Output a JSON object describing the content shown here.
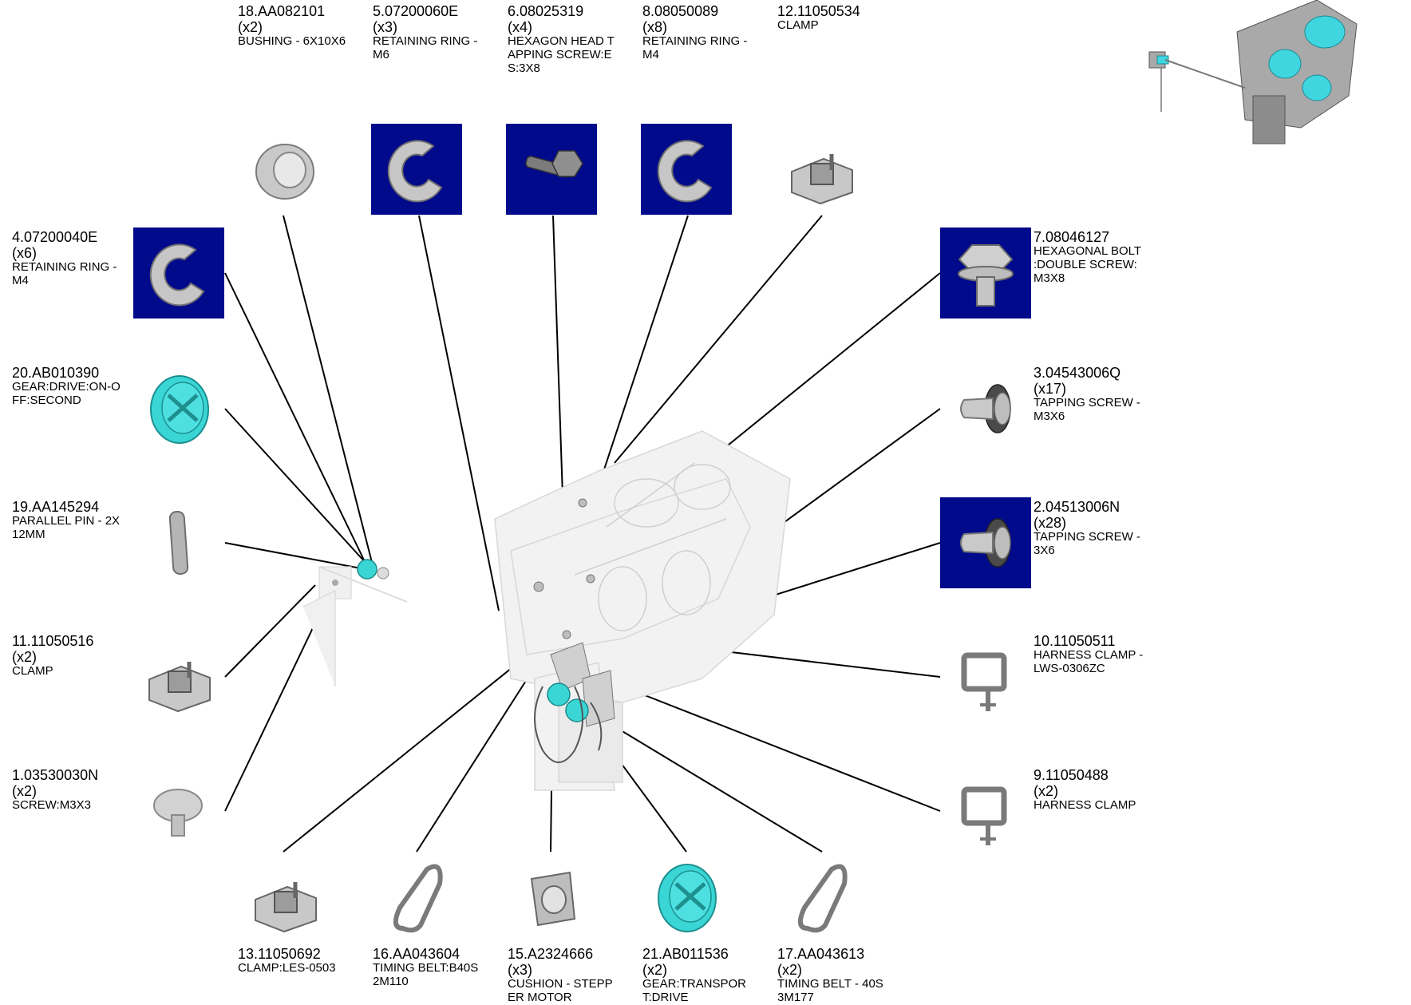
{
  "colors": {
    "highlight_box": "#020a8c",
    "cyan_part": "#3ad6d6",
    "leader": "#000000",
    "metal": "#bdbdbd"
  },
  "parts": [
    {
      "id": "18",
      "code": "18.AA082101",
      "qty": "(x2)",
      "desc": "BUSHING - 6X10X6",
      "icon": "bushing-icon",
      "boxed": false
    },
    {
      "id": "5",
      "code": "5.07200060E",
      "qty": "(x3)",
      "desc": "RETAINING RING -\nM6",
      "icon": "retaining-ring-icon",
      "boxed": true
    },
    {
      "id": "6",
      "code": "6.08025319",
      "qty": "(x4)",
      "desc": "HEXAGON HEAD T\nAPPING SCREW:E\nS:3X8",
      "icon": "hex-screw-icon",
      "boxed": true
    },
    {
      "id": "8",
      "code": "8.08050089",
      "qty": "(x8)",
      "desc": "RETAINING RING -\nM4",
      "icon": "retaining-ring-icon",
      "boxed": true
    },
    {
      "id": "12",
      "code": "12.11050534",
      "qty": "",
      "desc": "CLAMP",
      "icon": "clamp-icon",
      "boxed": false
    },
    {
      "id": "4",
      "code": "4.07200040E",
      "qty": "(x6)",
      "desc": "RETAINING RING -\nM4",
      "icon": "retaining-ring-icon",
      "boxed": true
    },
    {
      "id": "7",
      "code": "7.08046127",
      "qty": "",
      "desc": "HEXAGONAL BOLT\n:DOUBLE SCREW:\nM3X8",
      "icon": "hex-bolt-icon",
      "boxed": true
    },
    {
      "id": "20",
      "code": "20.AB010390",
      "qty": "",
      "desc": "GEAR:DRIVE:ON-O\nFF:SECOND",
      "icon": "gear-icon",
      "boxed": false
    },
    {
      "id": "3",
      "code": "3.04543006Q",
      "qty": "(x17)",
      "desc": "TAPPING SCREW -\n M3X6",
      "icon": "tapping-screw-icon",
      "boxed": false
    },
    {
      "id": "19",
      "code": "19.AA145294",
      "qty": "",
      "desc": "PARALLEL PIN - 2X\n12MM",
      "icon": "pin-icon",
      "boxed": false
    },
    {
      "id": "2",
      "code": "2.04513006N",
      "qty": "(x28)",
      "desc": "TAPPING SCREW -\n 3X6",
      "icon": "tapping-screw-icon",
      "boxed": true
    },
    {
      "id": "11",
      "code": "11.11050516",
      "qty": "(x2)",
      "desc": "CLAMP",
      "icon": "clamp-icon",
      "boxed": false
    },
    {
      "id": "10",
      "code": "10.11050511",
      "qty": "",
      "desc": "HARNESS CLAMP -\n LWS-0306ZC",
      "icon": "harness-clamp-icon",
      "boxed": false
    },
    {
      "id": "1",
      "code": "1.03530030N",
      "qty": "(x2)",
      "desc": "SCREW:M3X3",
      "icon": "knob-screw-icon",
      "boxed": false
    },
    {
      "id": "9",
      "code": "9.11050488",
      "qty": "(x2)",
      "desc": "HARNESS CLAMP",
      "icon": "harness-clamp-icon",
      "boxed": false
    },
    {
      "id": "13",
      "code": "13.11050692",
      "qty": "",
      "desc": "CLAMP:LES-0503",
      "icon": "clamp-icon",
      "boxed": false
    },
    {
      "id": "16",
      "code": "16.AA043604",
      "qty": "",
      "desc": "TIMING BELT:B40S\n2M110",
      "icon": "belt-icon",
      "boxed": false
    },
    {
      "id": "15",
      "code": "15.A2324666",
      "qty": "(x3)",
      "desc": "CUSHION - STEPP\nER MOTOR",
      "icon": "cushion-icon",
      "boxed": false
    },
    {
      "id": "21",
      "code": "21.AB011536",
      "qty": "(x2)",
      "desc": "GEAR:TRANSPOR\nT:DRIVE",
      "icon": "gear-icon",
      "boxed": false
    },
    {
      "id": "17",
      "code": "17.AA043613",
      "qty": "(x2)",
      "desc": "TIMING BELT - 40S\n3M177",
      "icon": "belt-icon",
      "boxed": false
    }
  ]
}
